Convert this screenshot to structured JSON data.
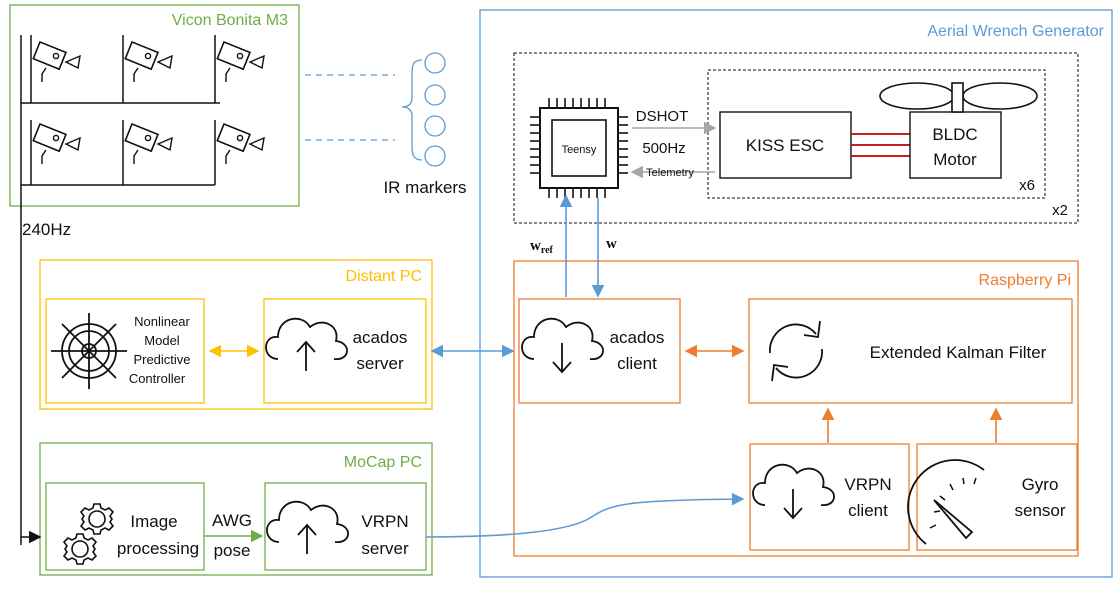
{
  "colors": {
    "green": "#70ad47",
    "blue": "#5b9bd5",
    "yellow": "#ffc000",
    "orange": "#ed7d31",
    "gray": "#a6a6a6",
    "red": "#c00000",
    "dark": "#111111"
  },
  "vicon": {
    "title": "Vicon Bonita M3",
    "rate": "240Hz",
    "markers_label": "IR markers"
  },
  "awg": {
    "title": "Aerial Wrench Generator",
    "outer_multiplier": "x2",
    "inner_multiplier": "x6",
    "teensy": "Teensy",
    "dshot": "DSHOT",
    "rate": "500Hz",
    "telemetry": "Telemetry",
    "esc": "KISS ESC",
    "motor_line1": "BLDC",
    "motor_line2": "Motor",
    "wref_main": "w",
    "wref_sub": "ref",
    "w": "w"
  },
  "distant_pc": {
    "title": "Distant PC",
    "nmpc": [
      "Nonlinear",
      "Model",
      "Predictive",
      "Controller"
    ],
    "acados_server": [
      "acados",
      "server"
    ]
  },
  "raspberry": {
    "title": "Raspberry Pi",
    "acados_client": [
      "acados",
      "client"
    ],
    "ekf": "Extended Kalman Filter",
    "vrpn_client": [
      "VRPN",
      "client"
    ],
    "gyro": [
      "Gyro",
      "sensor"
    ]
  },
  "mocap_pc": {
    "title": "MoCap PC",
    "image_processing": [
      "Image",
      "processing"
    ],
    "awg_pose": [
      "AWG",
      "pose"
    ],
    "vrpn_server": [
      "VRPN",
      "server"
    ]
  }
}
